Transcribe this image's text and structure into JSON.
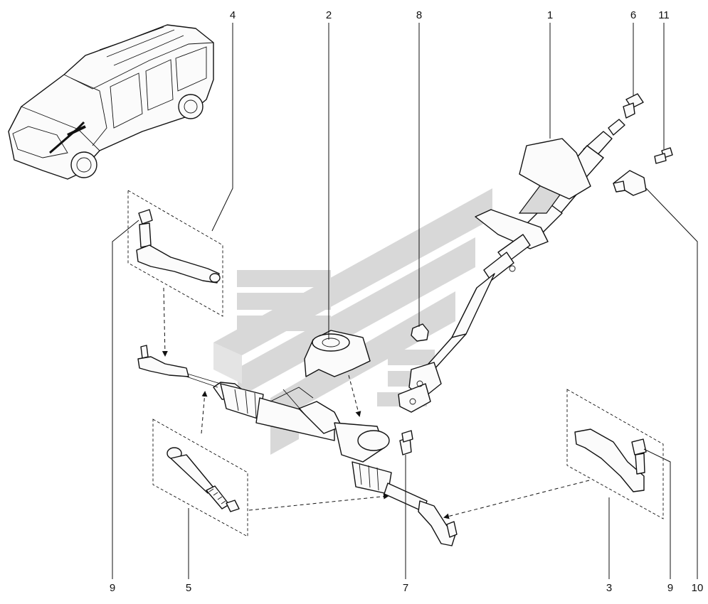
{
  "callouts": [
    {
      "id": "1",
      "label": "1"
    },
    {
      "id": "2",
      "label": "2"
    },
    {
      "id": "3",
      "label": "3"
    },
    {
      "id": "4",
      "label": "4"
    },
    {
      "id": "5",
      "label": "5"
    },
    {
      "id": "6",
      "label": "6"
    },
    {
      "id": "7",
      "label": "7"
    },
    {
      "id": "8",
      "label": "8"
    },
    {
      "id": "9a",
      "label": "9"
    },
    {
      "id": "9b",
      "label": "9"
    },
    {
      "id": "10",
      "label": "10"
    },
    {
      "id": "11",
      "label": "11"
    }
  ],
  "colors": {
    "line": "#111111",
    "watermark": "#d3d3d3",
    "part_fill": "#fbfbfb"
  },
  "icons": [
    "vehicle-wagon-icon",
    "watermark-logo"
  ]
}
